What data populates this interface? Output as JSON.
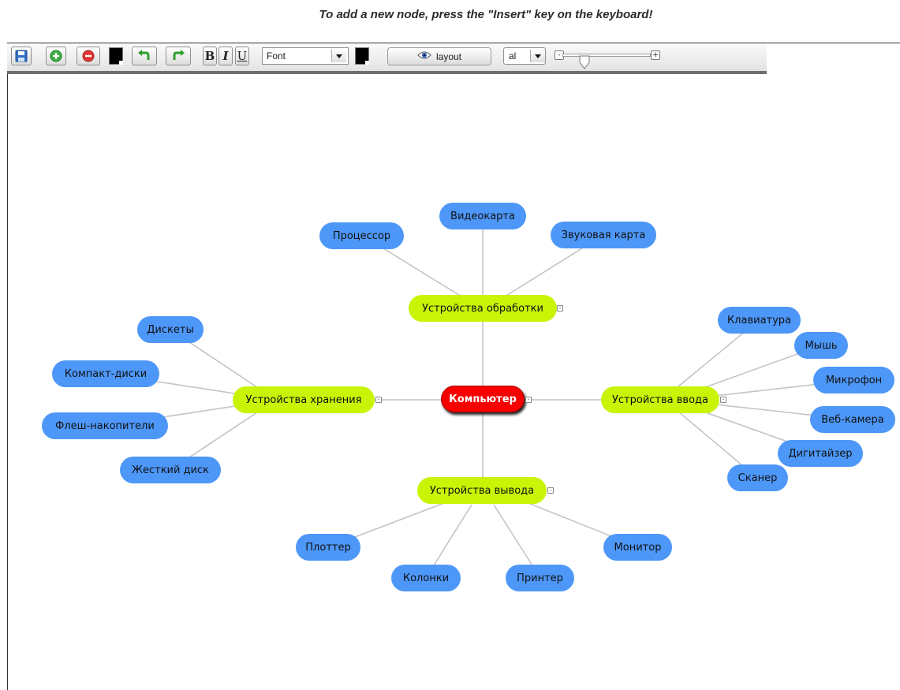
{
  "instruction": "To add a new node, press the \"Insert\" key on the keyboard!",
  "toolbar": {
    "font_value": "Font",
    "layout_label": "layout",
    "align_value": "al",
    "zoom_out": "-",
    "zoom_in": "+",
    "bold": "B",
    "italic": "I",
    "underline": "U",
    "icons": [
      "save-icon",
      "add-node-icon",
      "remove-node-icon",
      "color-picker",
      "undo-icon",
      "redo-icon",
      "bold",
      "italic",
      "underline",
      "font-select",
      "color-picker",
      "eye-icon",
      "align-select",
      "zoom-slider"
    ]
  },
  "mindmap": {
    "root": "Компьютер",
    "branches": {
      "processing": "Устройства обработки",
      "storage": "Устройства хранения",
      "input": "Устройства ввода",
      "output": "Устройства вывода"
    },
    "processing_leaves": [
      "Процессор",
      "Видеокарта",
      "Звуковая карта"
    ],
    "storage_leaves": [
      "Дискеты",
      "Компакт-диски",
      "Флеш-накопители",
      "Жесткий диск"
    ],
    "input_leaves": [
      "Клавиатура",
      "Мышь",
      "Микрофон",
      "Веб-камера",
      "Дигитайзер",
      "Сканер"
    ],
    "output_leaves": [
      "Плоттер",
      "Колонки",
      "Принтер",
      "Монитор"
    ],
    "toggle": "-"
  },
  "colors": {
    "root": "#f60000",
    "branch": "#c9f406",
    "leaf": "#4d97f8",
    "link": "#c4c4c4"
  }
}
